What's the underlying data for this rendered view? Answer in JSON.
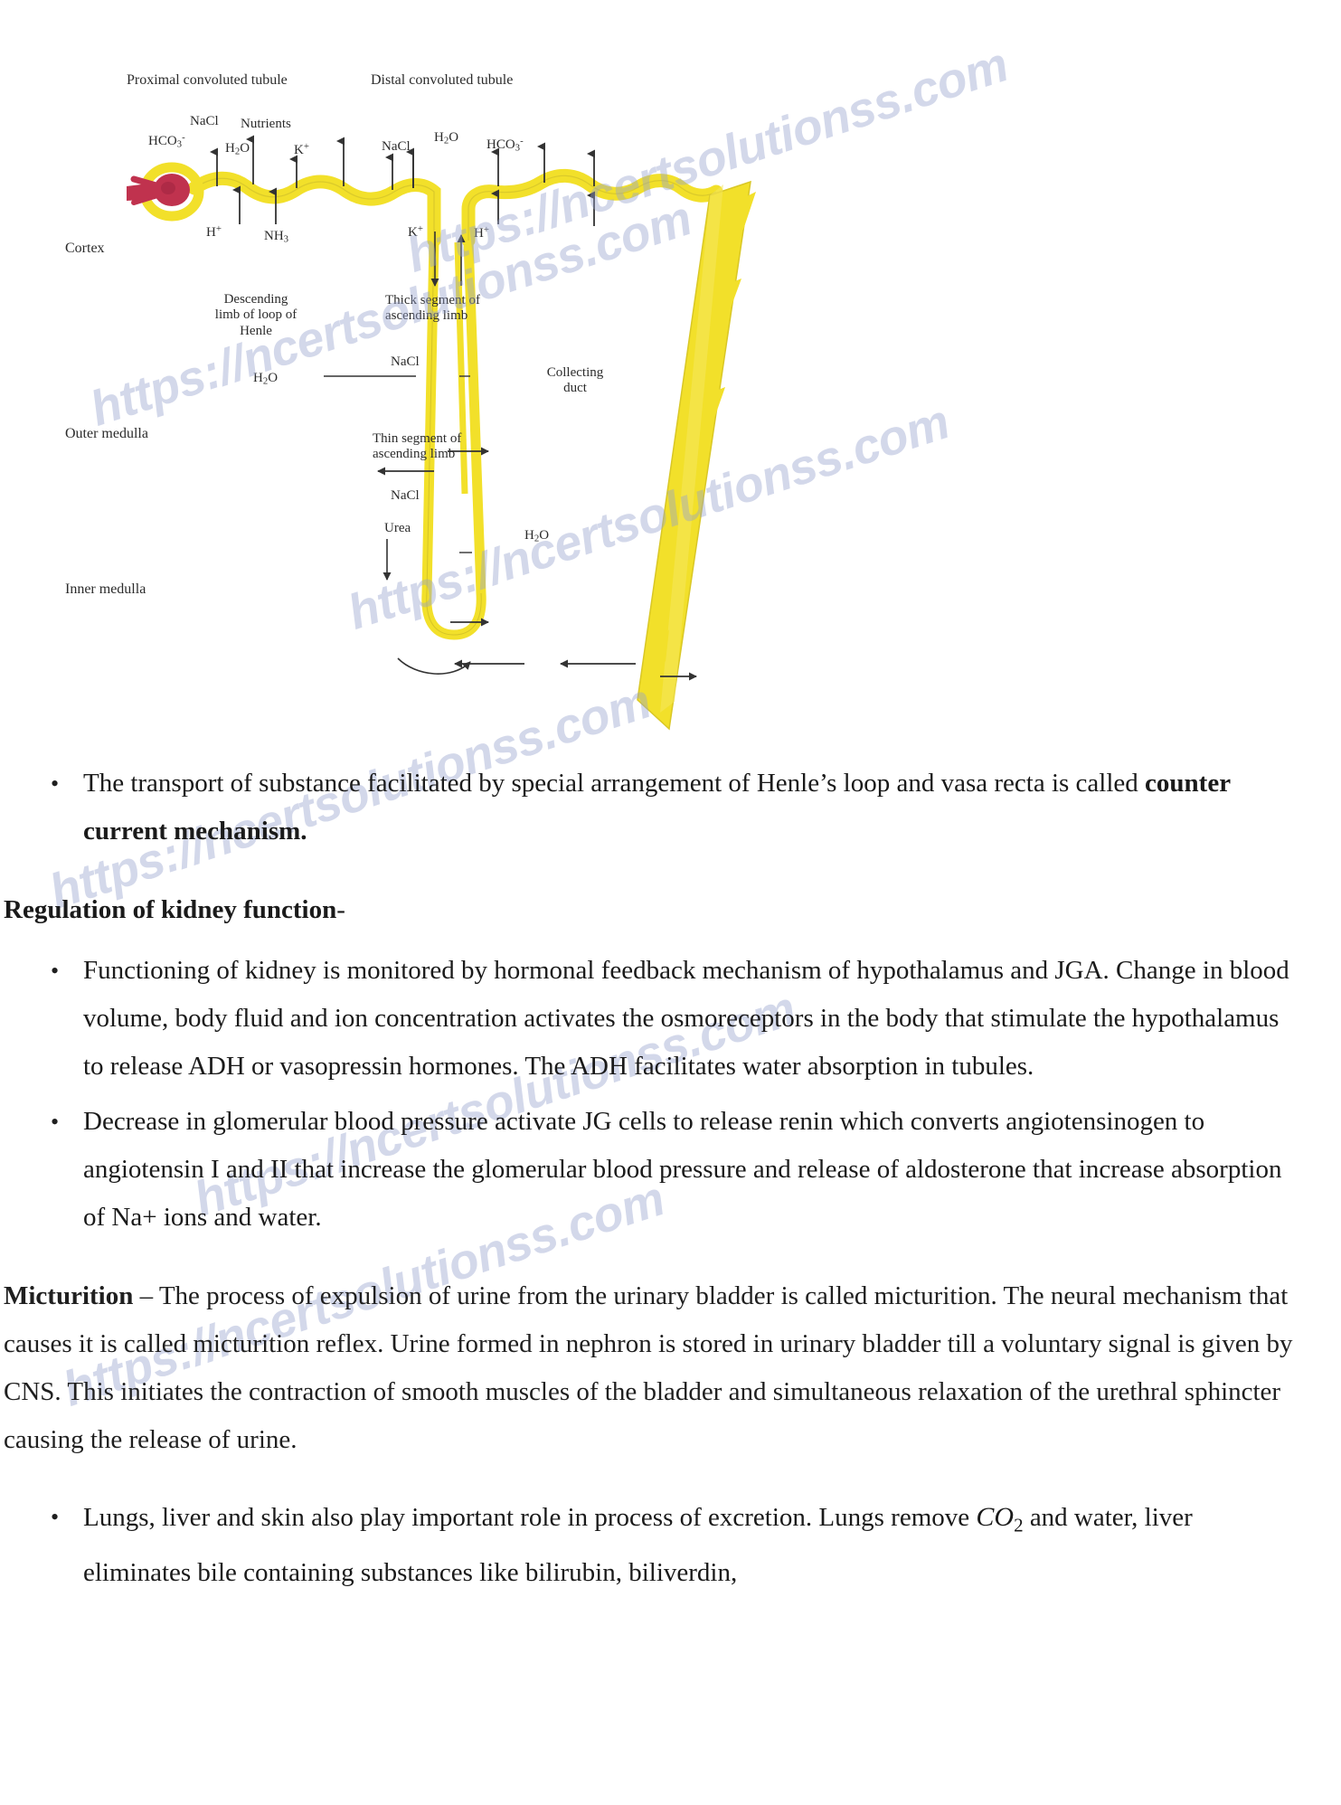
{
  "diagram": {
    "title_proximal": "Proximal convoluted tubule",
    "title_distal": "Distal convoluted tubule",
    "zones": {
      "cortex": "Cortex",
      "outer_medulla": "Outer medulla",
      "inner_medulla": "Inner medulla"
    },
    "pct_arrows_up": [
      "HCO₃⁻",
      "NaCl",
      "H₂O",
      "Nutrients",
      "K⁺"
    ],
    "pct_arrows_down": [
      "H⁺",
      "NH₃"
    ],
    "dct_arrows_up": [
      "NaCl",
      "H₂O",
      "HCO₃⁻"
    ],
    "dct_arrows_down": [
      "K⁺",
      "H⁺"
    ],
    "structures": {
      "descending_limb": "Descending limb of loop of Henle",
      "descending_limb_l1": "Descending",
      "descending_limb_l2": "limb of loop of",
      "descending_limb_l3": "Henle",
      "thick_segment_l1": "Thick segment of",
      "thick_segment_l2": "ascending limb",
      "thin_segment_l1": "Thin segment of",
      "thin_segment_l2": "ascending limb",
      "collecting_duct_l1": "Collecting",
      "collecting_duct_l2": "duct"
    },
    "medulla_arrows": {
      "nacl_upper": "NaCl",
      "h2o_left": "H₂O",
      "nacl_lower": "NaCl",
      "urea": "Urea",
      "h2o_right": "H₂O"
    },
    "colors": {
      "tubule_fill": "#f2e02a",
      "tubule_stroke": "#c9b81f",
      "glomerulus": "#c0324e",
      "arrow": "#333333",
      "label": "#2b2b2b",
      "watermark": "#96a3cd"
    }
  },
  "watermarks": [
    "https://ncertsolutionss.com",
    "https://ncertsolutionss.com",
    "https://ncertsolutionss.com",
    "https://ncertsolutionss.com",
    "https://ncertsolutionss.com"
  ],
  "content": {
    "counter_current_bullet": {
      "text_before": "The transport of substance facilitated by special arrangement of Henle’s loop and vasa recta is called ",
      "bold_term": "counter current mechanism."
    },
    "regulation_heading": {
      "bold": "Regulation of kidney function",
      "suffix": "-"
    },
    "regulation_bullets": [
      "Functioning of kidney is monitored by hormonal feedback mechanism of hypothalamus and JGA. Change in blood volume, body fluid and ion concentration activates the osmoreceptors in the body that stimulate the hypothalamus to release ADH or vasopressin hormones. The ADH facilitates water absorption in tubules.",
      "Decrease in glomerular blood pressure activate JG cells to release renin which converts angiotensinogen to angiotensin I and II that increase the glomerular blood pressure and release of aldosterone that increase absorption of Na+ ions and water."
    ],
    "micturition_paragraph": {
      "bold_term": "Micturition",
      "text": " – The process of expulsion of urine from the urinary bladder is called micturition. The neural mechanism that causes it is called micturition reflex. Urine formed in nephron is stored in urinary bladder till a voluntary signal is given by CNS. This initiates the contraction of smooth muscles of the bladder and simultaneous relaxation of the urethral sphincter causing the release of urine."
    },
    "final_bullet": {
      "part1": "Lungs, liver and skin also play important role in process of excretion. Lungs remove ",
      "formula": "CO",
      "formula_sub": "2",
      "part2": " and water, liver eliminates bile containing substances like bilirubin, biliverdin,"
    }
  }
}
